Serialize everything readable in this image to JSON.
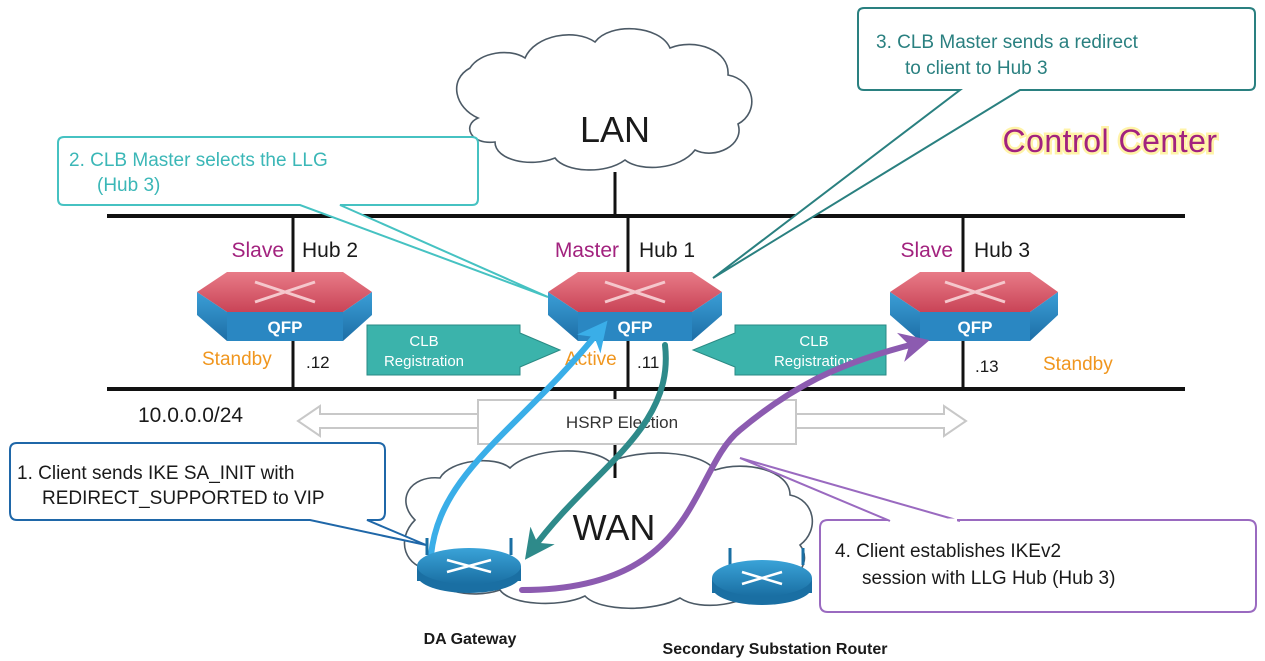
{
  "clouds": {
    "lan_label": "LAN",
    "wan_label": "WAN"
  },
  "control_center": "Control Center",
  "subnet": "10.0.0.0/24",
  "hsrp_label": "HSRP Election",
  "hubs": [
    {
      "role": "Slave",
      "name": "Hub 2",
      "state": "Standby",
      "ip": ".12",
      "chip": "QFP"
    },
    {
      "role": "Master",
      "name": "Hub 1",
      "state": "Active",
      "ip": ".11",
      "chip": "QFP"
    },
    {
      "role": "Slave",
      "name": "Hub 3",
      "state": "Standby",
      "ip": ".13",
      "chip": "QFP"
    }
  ],
  "clb_arrows": [
    {
      "line1": "CLB",
      "line2": "Registration"
    },
    {
      "line1": "CLB",
      "line2": "Registration"
    }
  ],
  "callouts": [
    {
      "step": "1",
      "line1": "1. Client sends IKE SA_INIT with",
      "line2": "REDIRECT_SUPPORTED to VIP"
    },
    {
      "step": "2",
      "line1": "2. CLB Master selects the LLG",
      "line2": "(Hub 3)"
    },
    {
      "step": "3",
      "line1": "3. CLB Master sends a redirect",
      "line2": "to client to Hub 3"
    },
    {
      "step": "4",
      "line1": "4. Client establishes IKEv2",
      "line2": "session with LLG Hub (Hub 3)"
    }
  ],
  "routers": {
    "da_gateway": "DA Gateway",
    "secondary": "Secondary Substation Router"
  },
  "colors": {
    "role": "#a2227e",
    "state": "#f0961e",
    "hub_top": "#d65b6b",
    "hub_body": "#2f8fc8",
    "clb_fill": "#3bb3ab",
    "flow1": "#3aaee8",
    "flow2": "#2e8a8a",
    "flow3": "#8c5bb0",
    "callout1": "#1f67a8",
    "callout2": "#46c2c2",
    "callout3": "#2a8080",
    "callout4": "#9a6ac0"
  }
}
